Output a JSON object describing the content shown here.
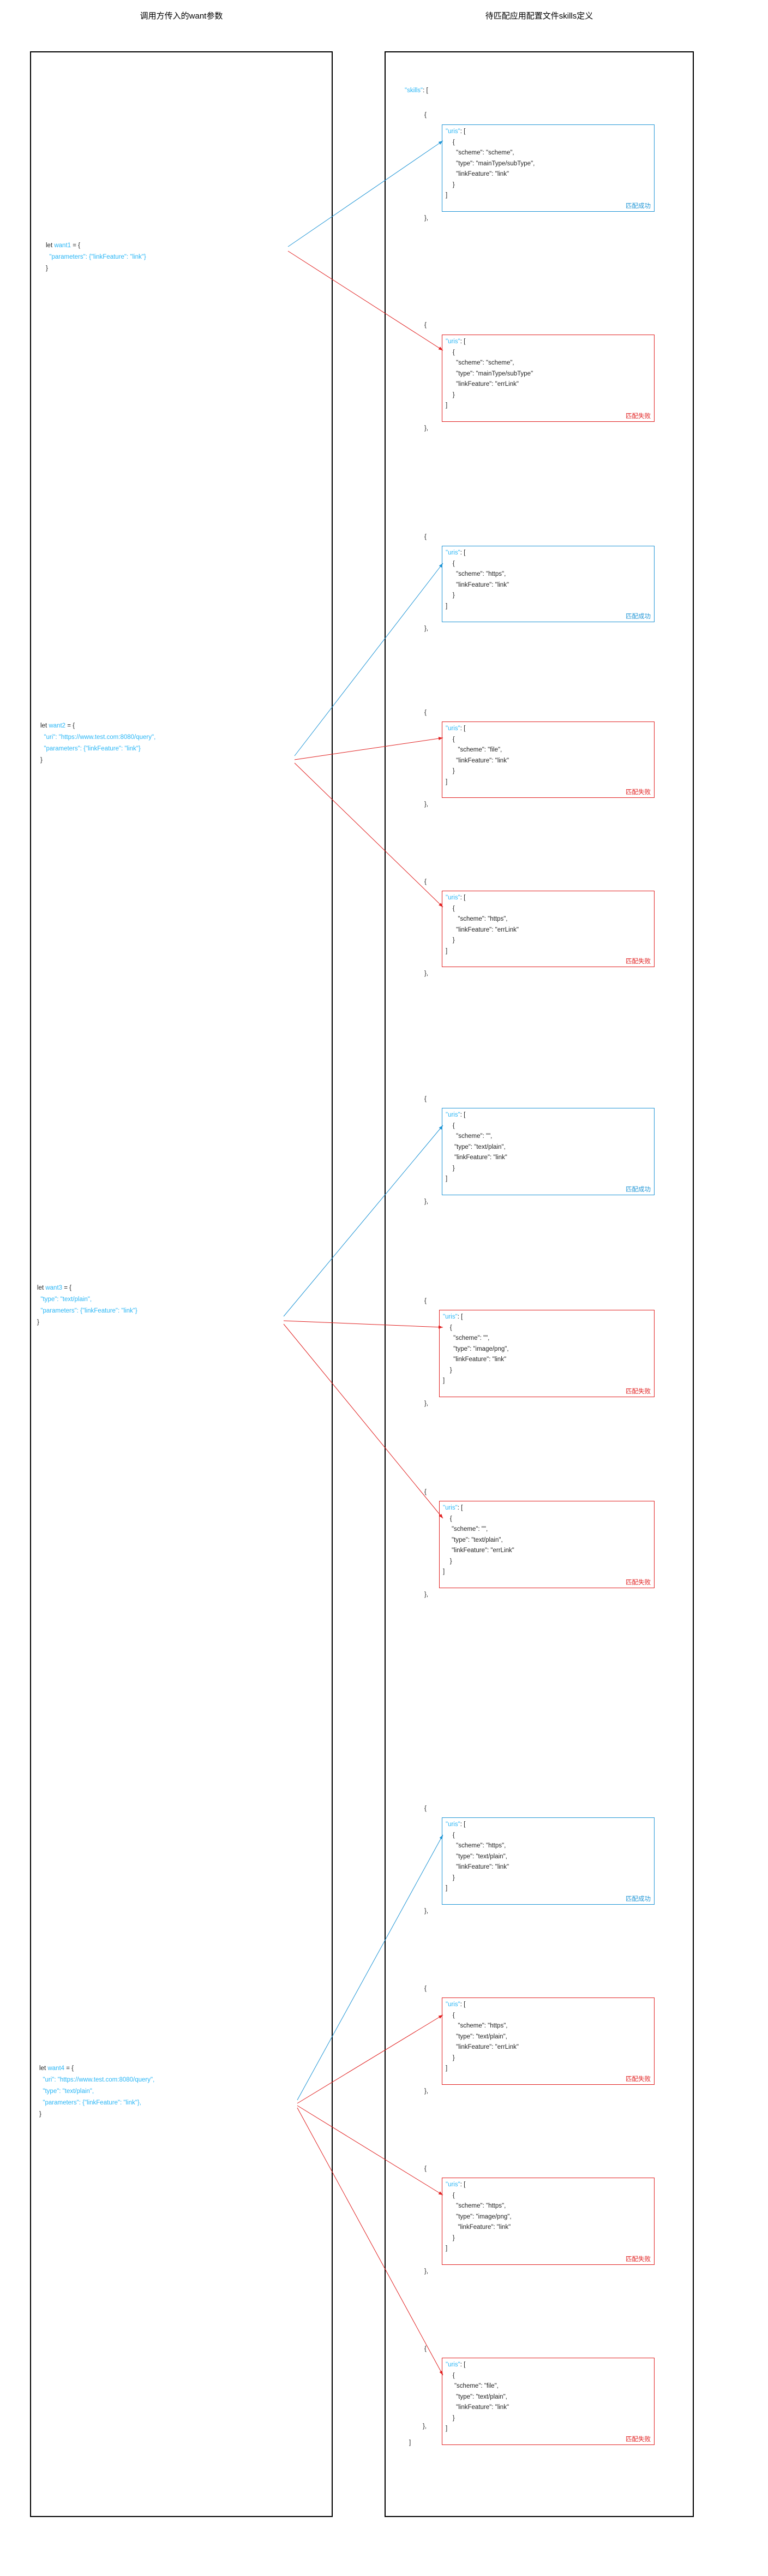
{
  "headers": {
    "left": "调用方传入的want参数",
    "right": "待匹配应用配置文件skills定义"
  },
  "colors": {
    "success": "#2196d6",
    "failure": "#e12020",
    "key": "#29b6f6",
    "text": "#222222",
    "panel_border": "#000000"
  },
  "verdict_labels": {
    "success": "匹配成功",
    "failure": "匹配失败"
  },
  "skills_open": "\"skills\": [",
  "skills_close_brace": "},",
  "skills_close_bracket": "]",
  "entry_open": "{",
  "entry_close": "},",
  "wants": [
    {
      "id": "want1",
      "decl": "let ",
      "name": "want1",
      "eq": " = {",
      "lines": [
        {
          "key": "\"parameters\"",
          "rest": ": {\"linkFeature\": \"link\"}"
        }
      ],
      "close": "}"
    },
    {
      "id": "want2",
      "decl": "let ",
      "name": "want2",
      "eq": " = {",
      "lines": [
        {
          "key": "\"uri\"",
          "rest": ": \"https://www.test.com:8080/query\","
        },
        {
          "key": "\"parameters\"",
          "rest": ": {\"linkFeature\": \"link\"}"
        }
      ],
      "close": "}"
    },
    {
      "id": "want3",
      "decl": "let ",
      "name": "want3",
      "eq": " = {",
      "lines": [
        {
          "key": "\"type\"",
          "rest": ": \"text/plain\","
        },
        {
          "key": "\"parameters\"",
          "rest": ": {\"linkFeature\": \"link\"}"
        }
      ],
      "close": "}"
    },
    {
      "id": "want4",
      "decl": "let ",
      "name": "want4",
      "eq": " = {",
      "lines": [
        {
          "key": "\"uri\"",
          "rest": ": \"https://www.test.com:8080/query\","
        },
        {
          "key": "\"type\"",
          "rest": ": \"text/plain\","
        },
        {
          "key": "\"parameters\"",
          "rest": ": {\"linkFeature\": \"link\"},"
        }
      ],
      "close": "}"
    }
  ],
  "skill_blocks": [
    {
      "index": 1,
      "match": "success",
      "verdict": "匹配成功",
      "source_want": "want1",
      "uris_open": "\"uris\": [",
      "body": "    {\n      \"scheme\": \"scheme\",\n      \"type\": \"mainType/subType\",\n      \"linkFeature\": \"link\"\n    }",
      "uris_close": "]"
    },
    {
      "index": 2,
      "match": "failure",
      "verdict": "匹配失败",
      "source_want": "want1",
      "uris_open": "\"uris\": [",
      "body": "    {\n      \"scheme\": \"scheme\",\n      \"type\": \"mainType/subType\"\n      \"linkFeature\": \"errLink\"\n    }",
      "uris_close": "]"
    },
    {
      "index": 3,
      "match": "success",
      "verdict": "匹配成功",
      "source_want": "want2",
      "uris_open": "\"uris\": [",
      "body": "    {\n      \"scheme\": \"https\",\n      \"linkFeature\": \"link\"\n    }",
      "uris_close": "]"
    },
    {
      "index": 4,
      "match": "failure",
      "verdict": "匹配失败",
      "source_want": "want2",
      "uris_open": "\"uris\": [",
      "body": "    {\n       \"scheme\": \"file\",\n      \"linkFeature\": \"link\"\n    }",
      "uris_close": "]"
    },
    {
      "index": 5,
      "match": "failure",
      "verdict": "匹配失败",
      "source_want": "want2",
      "uris_open": "\"uris\": [",
      "body": "    {\n       \"scheme\": \"https\",\n      \"linkFeature\": \"errLink\"\n    }",
      "uris_close": "]"
    },
    {
      "index": 6,
      "match": "success",
      "verdict": "匹配成功",
      "source_want": "want3",
      "uris_open": "\"uris\": [",
      "body": "    {\n      \"scheme\": \"\",\n     \"type\": \"text/plain\",\n     \"linkFeature\": \"link\"\n    }",
      "uris_close": "]"
    },
    {
      "index": 7,
      "match": "failure",
      "verdict": "匹配失败",
      "source_want": "want3",
      "uris_open": "\"uris\": [",
      "body": "    {\n      \"scheme\": \"\",\n      \"type\": \"image/png\",\n      \"linkFeature\": \"link\"\n    }",
      "uris_close": "]"
    },
    {
      "index": 8,
      "match": "failure",
      "verdict": "匹配失败",
      "source_want": "want3",
      "uris_open": "\"uris\": [",
      "body": "    {\n     \"scheme\": \"\",\n     \"type\": \"text/plain\",\n     \"linkFeature\": \"errLink\"\n    }",
      "uris_close": "]"
    },
    {
      "index": 9,
      "match": "success",
      "verdict": "匹配成功",
      "source_want": "want4",
      "uris_open": "\"uris\": [",
      "body": "    {\n      \"scheme\": \"https\",\n      \"type\": \"text/plain\",\n      \"linkFeature\": \"link\"\n    }",
      "uris_close": "]"
    },
    {
      "index": 10,
      "match": "failure",
      "verdict": "匹配失败",
      "source_want": "want4",
      "uris_open": "\"uris\": [",
      "body": "    {\n       \"scheme\": \"https\",\n      \"type\": \"text/plain\",\n      \"linkFeature\": \"errLink\"\n    }",
      "uris_close": "]"
    },
    {
      "index": 11,
      "match": "failure",
      "verdict": "匹配失败",
      "source_want": "want4",
      "uris_open": "\"uris\": [",
      "body": "    {\n      \"scheme\": \"https\",\n      \"type\": \"image/png\",\n       \"linkFeature\": \"link\"\n    }",
      "uris_close": "]"
    },
    {
      "index": 12,
      "match": "failure",
      "verdict": "匹配失败",
      "source_want": "want4",
      "uris_open": "\"uris\": [",
      "body": "    {\n     \"scheme\": \"file\",\n      \"type\": \"text/plain\",\n      \"linkFeature\": \"link\"\n    }",
      "uris_close": "]"
    }
  ]
}
